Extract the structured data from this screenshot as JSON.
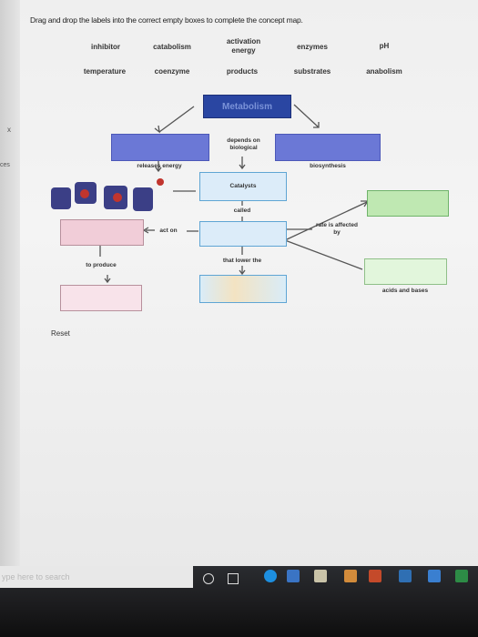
{
  "instruction": "Drag and drop the labels into the correct empty boxes to complete the concept map.",
  "left_strip": {
    "text1": "x",
    "text2": "ces"
  },
  "word_bank": {
    "row1": [
      "inhibitor",
      "catabolism",
      "activation energy",
      "enzymes",
      "pH"
    ],
    "row2": [
      "temperature",
      "coenzyme",
      "products",
      "substrates",
      "anabolism"
    ]
  },
  "map": {
    "center": "Metabolism",
    "depends_on": "depends on biological",
    "releases_energy": "releases energy",
    "biosynthesis": "biosynthesis",
    "catalysts": "Catalysts",
    "called": "called",
    "act_on": "act on",
    "rate_is_affected_by": "rate is affected by",
    "that_lower_the": "that lower the",
    "to_produce": "to produce",
    "acids_and_bases": "acids and bases"
  },
  "reset_label": "Reset",
  "taskbar": {
    "search_placeholder": "ype here to search"
  },
  "colors": {
    "metabolism": "#2a46a2",
    "blue_box": "#6b78d6",
    "cyan_box": "#dcecf9",
    "green_box": "#bfe8b2",
    "pink_box": "#f1cdd8"
  }
}
